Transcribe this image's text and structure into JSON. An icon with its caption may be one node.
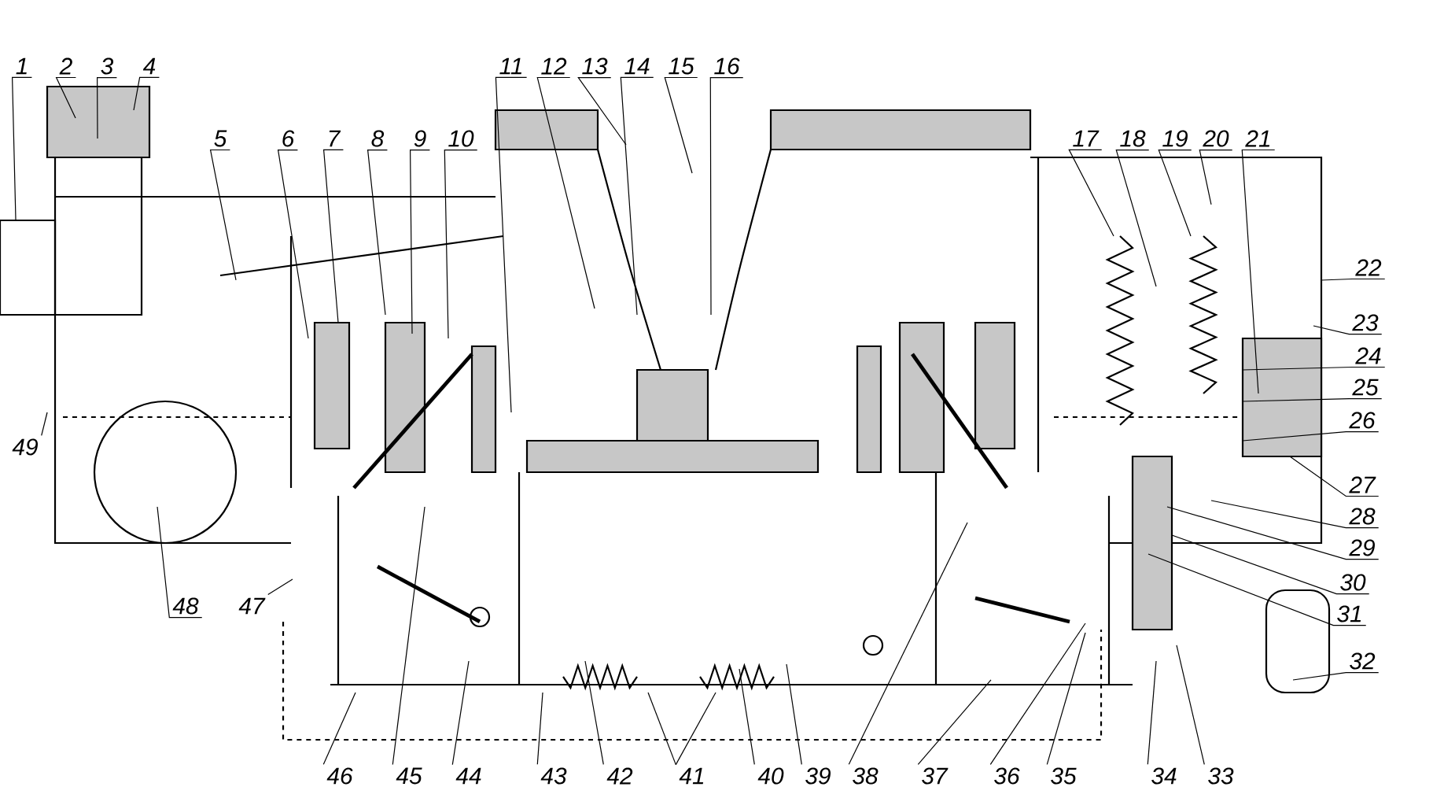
{
  "diagram": {
    "nodes": [
      {
        "text": [
          "1"
        ]
      },
      {
        "text": [
          "2"
        ]
      },
      {
        "text": [
          "3"
        ]
      },
      {
        "text": [
          "4"
        ]
      },
      {
        "text": [
          "5"
        ]
      },
      {
        "text": [
          "6"
        ]
      },
      {
        "text": [
          "7"
        ]
      },
      {
        "text": [
          "8"
        ]
      },
      {
        "text": [
          "9"
        ]
      },
      {
        "text": [
          "10"
        ]
      },
      {
        "text": [
          "11"
        ]
      },
      {
        "text": [
          "12"
        ]
      },
      {
        "text": [
          "13"
        ]
      },
      {
        "text": [
          "14"
        ]
      },
      {
        "text": [
          "15"
        ]
      },
      {
        "text": [
          "16"
        ]
      },
      {
        "text": [
          "17"
        ]
      },
      {
        "text": [
          "18"
        ]
      },
      {
        "text": [
          "19"
        ]
      },
      {
        "text": [
          "20"
        ]
      },
      {
        "text": [
          "21"
        ]
      },
      {
        "text": [
          "22"
        ]
      },
      {
        "text": [
          "23"
        ]
      },
      {
        "text": [
          "24"
        ]
      },
      {
        "text": [
          "25"
        ]
      },
      {
        "text": [
          "26"
        ]
      },
      {
        "text": [
          "27"
        ]
      },
      {
        "text": [
          "28"
        ]
      },
      {
        "text": [
          "29"
        ]
      },
      {
        "text": [
          "30"
        ]
      },
      {
        "text": [
          "31"
        ]
      },
      {
        "text": [
          "32"
        ]
      },
      {
        "text": [
          "33"
        ]
      },
      {
        "text": [
          "34"
        ]
      },
      {
        "text": [
          "35"
        ]
      },
      {
        "text": [
          "36"
        ]
      },
      {
        "text": [
          "37"
        ]
      },
      {
        "text": [
          "38"
        ]
      },
      {
        "text": [
          "39"
        ]
      },
      {
        "text": [
          "40"
        ]
      },
      {
        "text": [
          "41"
        ]
      },
      {
        "text": [
          "42"
        ]
      },
      {
        "text": [
          "43"
        ]
      },
      {
        "text": [
          "44"
        ]
      },
      {
        "text": [
          "45"
        ]
      },
      {
        "text": [
          "46"
        ]
      },
      {
        "text": [
          "47"
        ]
      },
      {
        "text": [
          "48"
        ]
      },
      {
        "text": [
          "49"
        ]
      }
    ],
    "edges": [
      {
        "from": 0,
        "to": null,
        "arrow": "none"
      },
      {
        "from": 1,
        "to": null,
        "arrow": "none"
      },
      {
        "from": 2,
        "to": null,
        "arrow": "none"
      },
      {
        "from": 3,
        "to": null,
        "arrow": "none"
      },
      {
        "from": 4,
        "to": null,
        "arrow": "none"
      },
      {
        "from": 5,
        "to": null,
        "arrow": "none"
      },
      {
        "from": 6,
        "to": null,
        "arrow": "none"
      },
      {
        "from": 7,
        "to": null,
        "arrow": "none"
      },
      {
        "from": 8,
        "to": null,
        "arrow": "none"
      },
      {
        "from": 9,
        "to": null,
        "arrow": "none"
      },
      {
        "from": 10,
        "to": null,
        "arrow": "none"
      },
      {
        "from": 11,
        "to": null,
        "arrow": "none"
      },
      {
        "from": 12,
        "to": null,
        "arrow": "none"
      },
      {
        "from": 13,
        "to": null,
        "arrow": "none"
      },
      {
        "from": 14,
        "to": null,
        "arrow": "none"
      },
      {
        "from": 15,
        "to": null,
        "arrow": "none"
      },
      {
        "from": 16,
        "to": null,
        "arrow": "none"
      },
      {
        "from": 17,
        "to": null,
        "arrow": "none"
      },
      {
        "from": 18,
        "to": null,
        "arrow": "none"
      },
      {
        "from": 19,
        "to": null,
        "arrow": "none"
      },
      {
        "from": 20,
        "to": null,
        "arrow": "none"
      },
      {
        "from": 21,
        "to": null,
        "arrow": "none"
      },
      {
        "from": 22,
        "to": null,
        "arrow": "none"
      },
      {
        "from": 23,
        "to": null,
        "arrow": "none"
      },
      {
        "from": 24,
        "to": null,
        "arrow": "none"
      },
      {
        "from": 25,
        "to": null,
        "arrow": "none"
      },
      {
        "from": 26,
        "to": null,
        "arrow": "none"
      },
      {
        "from": 27,
        "to": null,
        "arrow": "none"
      },
      {
        "from": 28,
        "to": null,
        "arrow": "none"
      },
      {
        "from": 29,
        "to": null,
        "arrow": "none"
      },
      {
        "from": 30,
        "to": null,
        "arrow": "none"
      },
      {
        "from": 31,
        "to": null,
        "arrow": "none"
      },
      {
        "from": 32,
        "to": null,
        "arrow": "none"
      },
      {
        "from": 33,
        "to": null,
        "arrow": "none"
      },
      {
        "from": 34,
        "to": null,
        "arrow": "none"
      },
      {
        "from": 35,
        "to": null,
        "arrow": "none"
      },
      {
        "from": 36,
        "to": null,
        "arrow": "none"
      },
      {
        "from": 37,
        "to": null,
        "arrow": "none"
      },
      {
        "from": 38,
        "to": null,
        "arrow": "none"
      },
      {
        "from": 39,
        "to": null,
        "arrow": "none"
      },
      {
        "from": 40,
        "to": null,
        "arrow": "none"
      },
      {
        "from": 40,
        "to": null,
        "arrow": "none"
      },
      {
        "from": 41,
        "to": null,
        "arrow": "none"
      },
      {
        "from": 42,
        "to": null,
        "arrow": "none"
      },
      {
        "from": 43,
        "to": null,
        "arrow": "none"
      },
      {
        "from": 44,
        "to": null,
        "arrow": "none"
      },
      {
        "from": 45,
        "to": null,
        "arrow": "none"
      },
      {
        "from": 46,
        "to": null,
        "arrow": "none"
      },
      {
        "from": 47,
        "to": null,
        "arrow": "none"
      },
      {
        "from": 48,
        "to": null,
        "arrow": "none"
      }
    ]
  }
}
